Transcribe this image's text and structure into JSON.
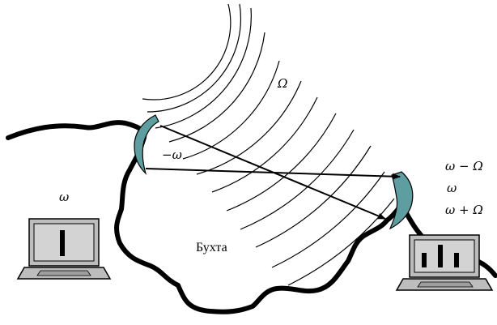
{
  "labels": {
    "wave_frequency": "Ω",
    "negative_omega": "−ω",
    "left_frequency": "ω",
    "bay": "Бухта",
    "right_freq_minus": "ω − Ω",
    "right_freq": "ω",
    "right_freq_plus": "ω + Ω"
  },
  "colors": {
    "shoreline": "#000000",
    "antenna": "#5f9ea0",
    "laptop_body": "#c0c0c0",
    "laptop_screen": "#d3d3d3",
    "spectrum_bar": "#000000",
    "background": "#ffffff"
  },
  "icons": {
    "left_antenna": "dish-antenna-icon",
    "right_antenna": "dish-antenna-icon",
    "left_computer": "laptop-icon",
    "right_computer": "laptop-icon"
  },
  "spectra": {
    "left": [
      1
    ],
    "right": [
      0.6,
      1,
      0.6
    ]
  }
}
